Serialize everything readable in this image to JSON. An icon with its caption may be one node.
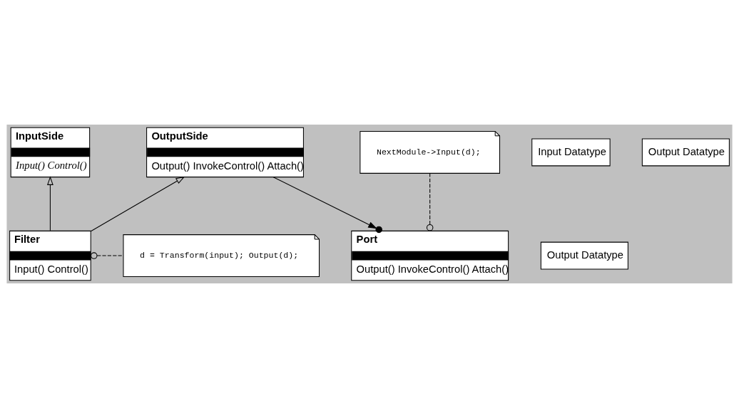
{
  "diagram": {
    "nodes": [
      {
        "text": [
          "InputSide",
          "Input() Control()"
        ]
      },
      {
        "text": [
          "Input Datatype"
        ]
      },
      {
        "text": [
          "OutputSide",
          "Output() InvokeControl() Attach()"
        ]
      },
      {
        "text": [
          "Output Datatype"
        ]
      },
      {
        "text": [
          "NextModule->Input(d);"
        ]
      },
      {
        "text": [
          "Filter",
          "Input() Control()"
        ]
      },
      {
        "text": [
          "d = Transform(input); Output(d);"
        ]
      },
      {
        "text": [
          "Port",
          "Output() InvokeControl() Attach()"
        ]
      },
      {
        "text": [
          "Output Datatype"
        ]
      }
    ],
    "edges": [
      {
        "from": 5,
        "to": 0,
        "arrow": "to"
      },
      {
        "from": 5,
        "to": 2,
        "arrow": "to"
      },
      {
        "from": 2,
        "to": 7,
        "arrow": "to"
      },
      {
        "from": 5,
        "to": 6,
        "arrow": "other",
        "style": "dashed"
      },
      {
        "from": 7,
        "to": 4,
        "arrow": "other",
        "style": "dashed"
      }
    ]
  }
}
